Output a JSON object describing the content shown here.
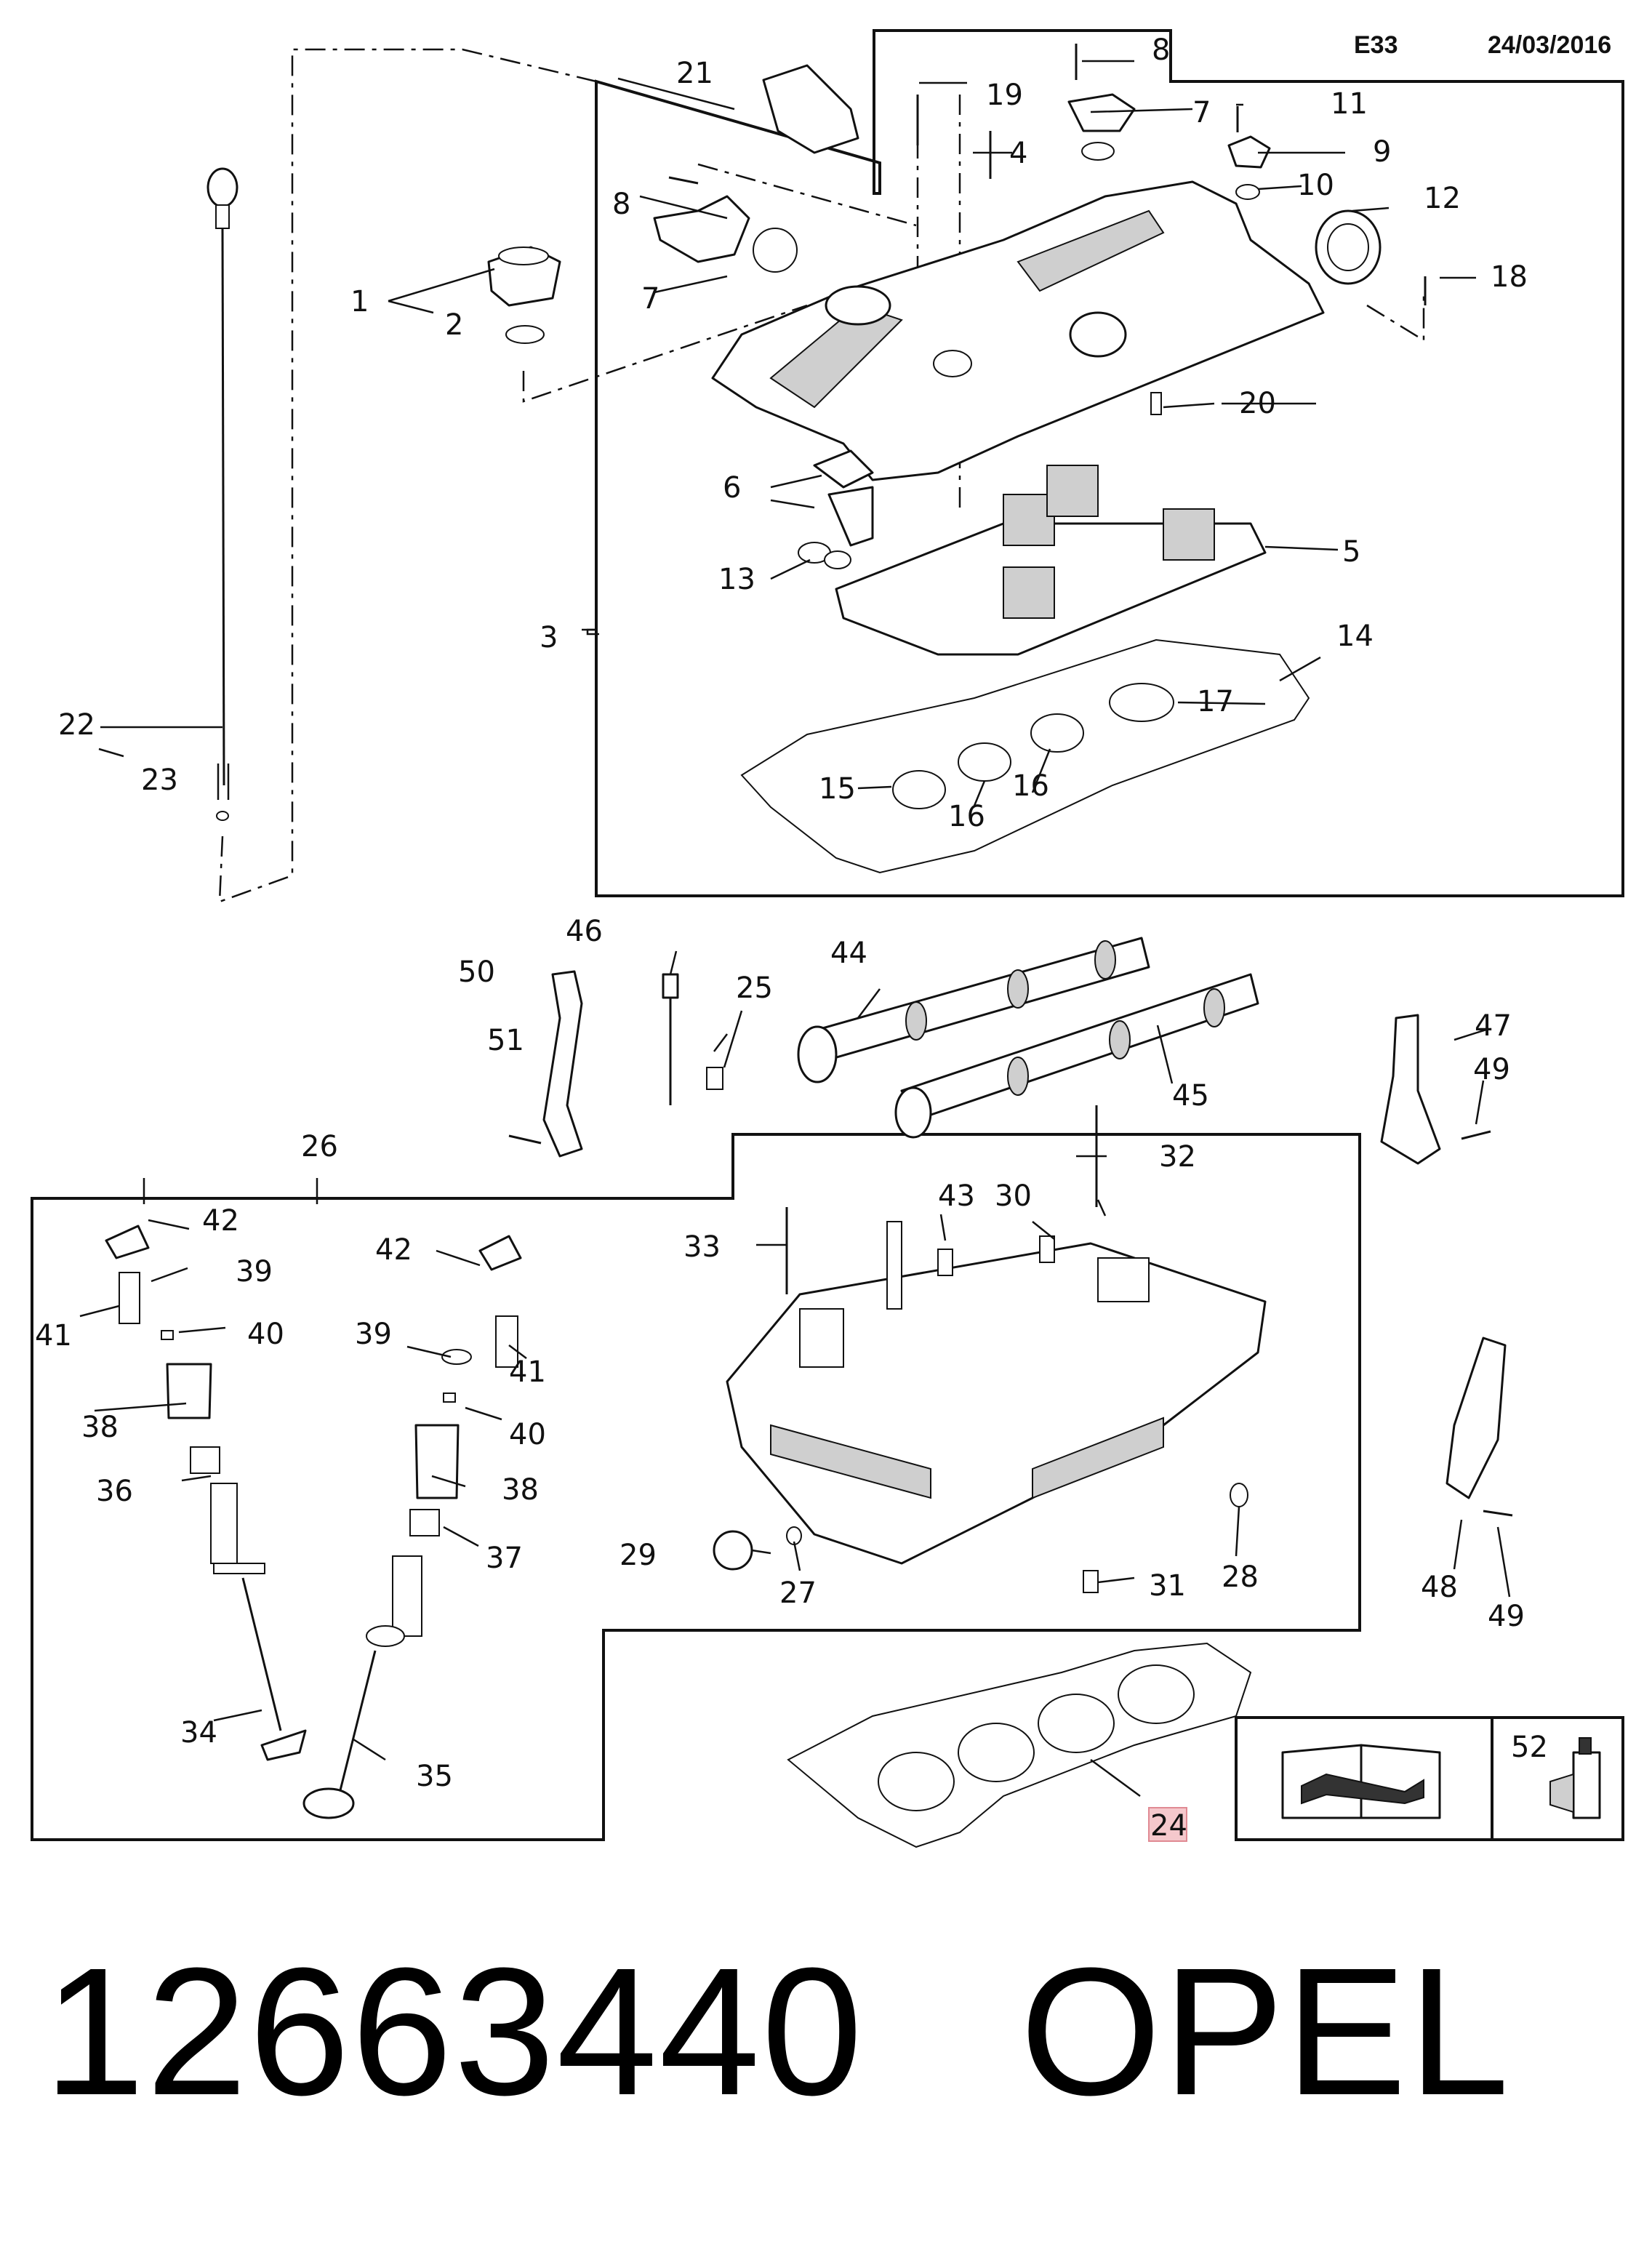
{
  "header": {
    "code": "E33",
    "date": "24/03/2016"
  },
  "callouts": {
    "c1": "1",
    "c2": "2",
    "c3": "3",
    "c4": "4",
    "c5": "5",
    "c6": "6",
    "c7a": "7",
    "c7b": "7",
    "c8a": "8",
    "c8b": "8",
    "c9": "9",
    "c10": "10",
    "c11": "11",
    "c12": "12",
    "c13": "13",
    "c14": "14",
    "c15": "15",
    "c16a": "16",
    "c16b": "16",
    "c17": "17",
    "c18": "18",
    "c19": "19",
    "c20": "20",
    "c21": "21",
    "c22": "22",
    "c23": "23",
    "c24": "24",
    "c25": "25",
    "c26": "26",
    "c27": "27",
    "c28": "28",
    "c29": "29",
    "c30": "30",
    "c31": "31",
    "c32": "32",
    "c33": "33",
    "c34": "34",
    "c35": "35",
    "c36": "36",
    "c37": "37",
    "c38a": "38",
    "c38b": "38",
    "c39a": "39",
    "c39b": "39",
    "c40a": "40",
    "c40b": "40",
    "c41a": "41",
    "c41b": "41",
    "c42a": "42",
    "c42b": "42",
    "c43": "43",
    "c44": "44",
    "c45": "45",
    "c46": "46",
    "c47": "47",
    "c48": "48",
    "c49a": "49",
    "c49b": "49",
    "c50": "50",
    "c51": "51",
    "c52": "52"
  },
  "icons": {
    "manual": "book-wrench-icon",
    "sealant": "sealant-tube-icon"
  },
  "highlight_color": "#f5c8cc",
  "footer": {
    "text": "12663440   OPEL"
  }
}
